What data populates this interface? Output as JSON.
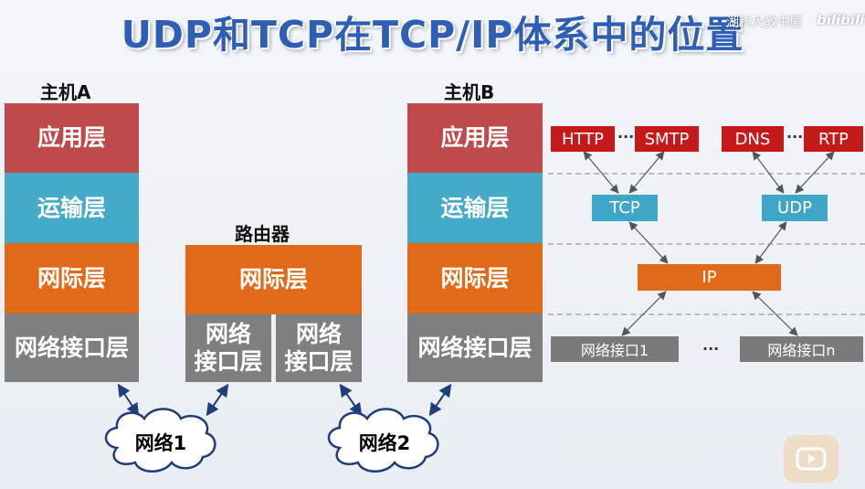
{
  "title": "UDP和TCP在TCP/IP体系中的位置",
  "watermark": "湖科大教书匠",
  "logo": "bilibili",
  "host_a": {
    "label": "主机A",
    "layers": [
      "应用层",
      "运输层",
      "网际层",
      "网络接口层"
    ]
  },
  "router": {
    "label": "路由器",
    "layer": "网际层",
    "interfaces": [
      "网络\n接口层",
      "网络\n接口层"
    ]
  },
  "host_b": {
    "label": "主机B",
    "layers": [
      "应用层",
      "运输层",
      "网际层",
      "网络接口层"
    ]
  },
  "protocols": {
    "application": [
      "HTTP",
      "SMTP",
      "DNS",
      "RTP"
    ],
    "ellipsis": "···",
    "transport": [
      "TCP",
      "UDP"
    ],
    "network": "IP",
    "interfaces": [
      "网络接口1",
      "网络接口n"
    ]
  },
  "networks": [
    "网络1",
    "网络2"
  ],
  "colors": {
    "application": "#bf4a4b",
    "transport": "#45a9c8",
    "network": "#e06a1a",
    "interface": "#7f7f7f",
    "protocol_red": "#c61a1a",
    "title": "#2e5fb5"
  },
  "icons": [
    "play-badge-icon"
  ]
}
